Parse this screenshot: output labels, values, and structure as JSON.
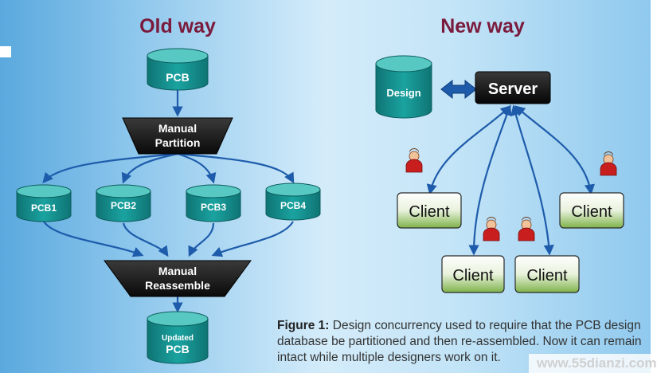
{
  "titles": {
    "old_way": "Old way",
    "new_way": "New way"
  },
  "old_way": {
    "pcb": "PCB",
    "partition": [
      "Manual",
      "Partition"
    ],
    "parts": [
      "PCB1",
      "PCB2",
      "PCB3",
      "PCB4"
    ],
    "reassemble": [
      "Manual",
      "Reassemble"
    ],
    "updated": [
      "Updated",
      "PCB"
    ]
  },
  "new_way": {
    "design": "Design",
    "server": "Server",
    "clients": [
      "Client",
      "Client",
      "Client",
      "Client"
    ]
  },
  "caption": {
    "label": "Figure 1:",
    "text": " Design concurrency used to require that the PCB design database be partitioned and then re-assembled. Now it can remain intact while multiple designers work on it."
  },
  "watermark": "www.55dianzi.com",
  "colors": {
    "title": "#7a1a3c",
    "cylinder_side": "#138a8a",
    "cylinder_top": "#58c9c2",
    "arrow": "#1e5cab",
    "client_top": "#ffffff",
    "client_bottom": "#7fb24a",
    "server": "#111111"
  }
}
